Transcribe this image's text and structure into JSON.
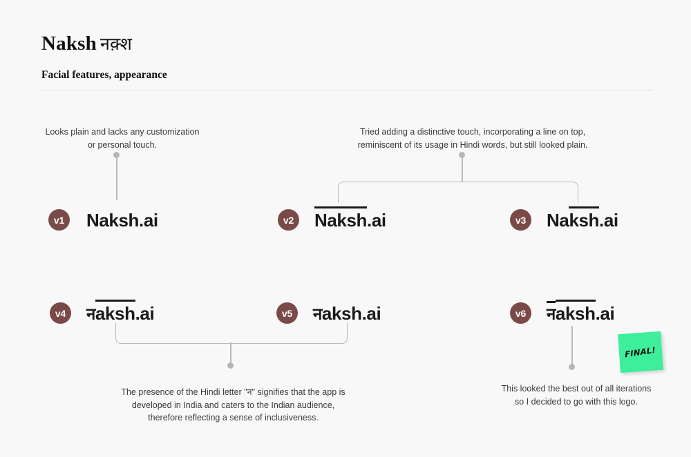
{
  "colors": {
    "background": "#f8f8f8",
    "badge": "#7a4a48",
    "badge_text": "#ffffff",
    "logo_text": "#1a1a1a",
    "connector": "#b9b9b9",
    "divider": "#dddddd",
    "note_text": "#3a3a3a",
    "sticky": "#3DEE9A"
  },
  "header": {
    "title": "Naksh",
    "title_devanagari": "नक़्श",
    "subtitle": "Facial features, appearance"
  },
  "notes": {
    "v1": "Looks plain and lacks any customization\nor personal touch.",
    "v2_v3": "Tried adding a distinctive touch, incorporating a line on top,\nreminiscent of its usage in Hindi words, but still looked plain.",
    "v4_v5": "The presence of the Hindi letter \"न\" signifies that the app is\ndeveloped in India and caters to the Indian audience,\ntherefore reflecting a sense of inclusiveness.",
    "v6": "This looked the best out of all iterations\nso I decided to go with this logo."
  },
  "versions": [
    {
      "badge": "v1",
      "parts": [
        {
          "text": "Naksh",
          "bar": false,
          "devanagari": false
        },
        {
          "text": ".ai",
          "bar": false,
          "devanagari": false
        }
      ]
    },
    {
      "badge": "v2",
      "parts": [
        {
          "text": "Naksh",
          "bar": true,
          "devanagari": false
        },
        {
          "text": ".ai",
          "bar": false,
          "devanagari": false
        }
      ]
    },
    {
      "badge": "v3",
      "parts": [
        {
          "text": "Na",
          "bar": false,
          "devanagari": false
        },
        {
          "text": "ksh",
          "bar": true,
          "devanagari": false
        },
        {
          "text": ".ai",
          "bar": false,
          "devanagari": false
        }
      ]
    },
    {
      "badge": "v4",
      "parts": [
        {
          "text": "न",
          "bar": false,
          "devanagari": true
        },
        {
          "text": "aksh",
          "bar": true,
          "devanagari": false
        },
        {
          "text": ".ai",
          "bar": false,
          "devanagari": false
        }
      ]
    },
    {
      "badge": "v5",
      "parts": [
        {
          "text": "न",
          "bar": false,
          "devanagari": true
        },
        {
          "text": "aksh",
          "bar": false,
          "devanagari": false
        },
        {
          "text": ".ai",
          "bar": false,
          "devanagari": false
        }
      ]
    },
    {
      "badge": "v6",
      "parts": [
        {
          "text": "न",
          "bar": true,
          "devanagari": true
        },
        {
          "text": "aksh",
          "bar": true,
          "devanagari": false
        },
        {
          "text": ".ai",
          "bar": false,
          "devanagari": false
        }
      ]
    }
  ],
  "sticky_note": {
    "label": "FINAL!"
  }
}
